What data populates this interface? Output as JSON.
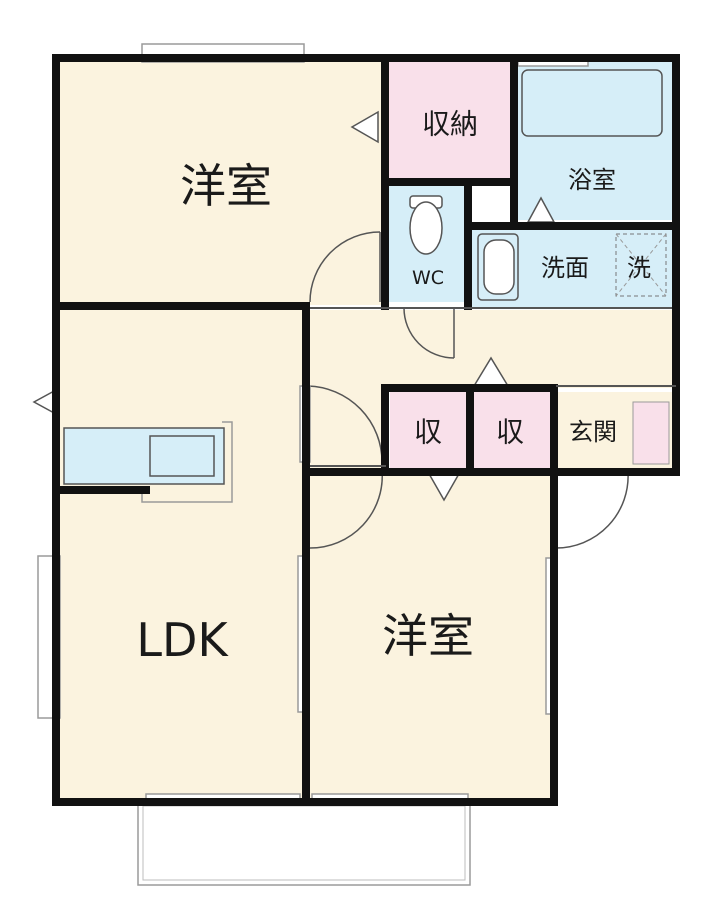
{
  "rooms": {
    "western_room_top": "洋室",
    "storage_top": "収納",
    "bath": "浴室",
    "toilet": "WC",
    "washroom": "洗面",
    "laundry": "洗",
    "ldk": "LDK",
    "closet_left": "収",
    "closet_right": "収",
    "entrance": "玄関",
    "western_room_bottom": "洋室"
  },
  "colors": {
    "room_fill": "#fbf3df",
    "storage_fill": "#f9e0ea",
    "wet_fill": "#d6eef8",
    "wall": "#111111"
  }
}
